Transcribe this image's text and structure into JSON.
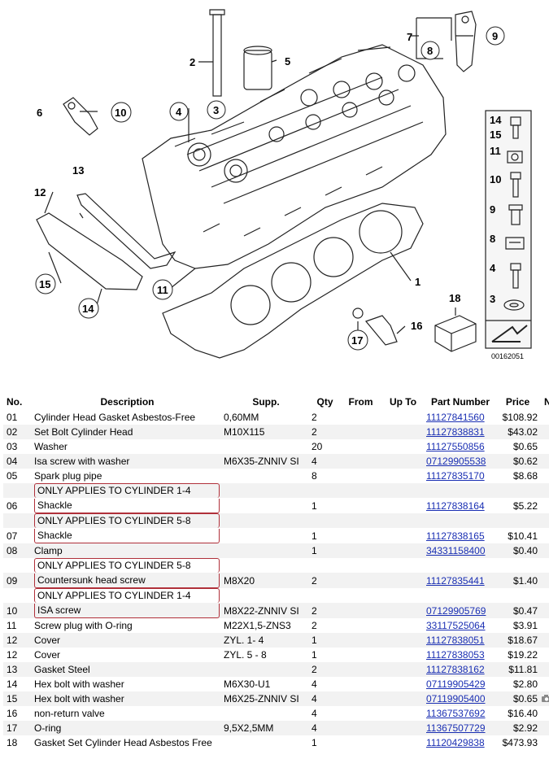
{
  "diagram": {
    "code": "00162051",
    "callouts": [
      "1",
      "2",
      "3",
      "4",
      "5",
      "6",
      "7",
      "8",
      "9",
      "10",
      "11",
      "12",
      "13",
      "14",
      "15",
      "16",
      "17",
      "18"
    ],
    "legend": [
      "14",
      "15",
      "11",
      "10",
      "9",
      "8",
      "4",
      "3"
    ]
  },
  "table": {
    "headers": {
      "no": "No.",
      "desc": "Description",
      "supp": "Supp.",
      "qty": "Qty",
      "from": "From",
      "upto": "Up To",
      "pn": "Part Number",
      "price": "Price",
      "note": "No"
    },
    "rows": [
      {
        "no": "01",
        "desc": "Cylinder Head Gasket Asbestos-Free",
        "supp": "0,60MM",
        "qty": "2",
        "pn": "11127841560",
        "price": "$108.92"
      },
      {
        "no": "02",
        "desc": "Set Bolt Cylinder Head",
        "supp": "M10X115",
        "qty": "2",
        "pn": "11127838831",
        "price": "$43.02"
      },
      {
        "no": "03",
        "desc": "Washer",
        "supp": "",
        "qty": "20",
        "pn": "11127550856",
        "price": "$0.65"
      },
      {
        "no": "04",
        "desc": "Isa screw with washer",
        "supp": "M6X35-ZNNIV SI",
        "qty": "4",
        "pn": "07129905538",
        "price": "$0.62"
      },
      {
        "no": "05",
        "desc": "Spark plug pipe",
        "supp": "",
        "qty": "8",
        "pn": "11127835170",
        "price": "$8.68"
      },
      {
        "no": "",
        "desc": "ONLY APPLIES TO CYLINDER 1-4",
        "supp": "",
        "qty": "",
        "pn": "",
        "price": "",
        "note_top": true
      },
      {
        "no": "06",
        "desc": "Shackle",
        "supp": "",
        "qty": "1",
        "pn": "11127838164",
        "price": "$5.22",
        "note_bottom": true
      },
      {
        "no": "",
        "desc": "ONLY APPLIES TO CYLINDER 5-8",
        "supp": "",
        "qty": "",
        "pn": "",
        "price": "",
        "note_top": true
      },
      {
        "no": "07",
        "desc": "Shackle",
        "supp": "",
        "qty": "1",
        "pn": "11127838165",
        "price": "$10.41",
        "note_bottom": true
      },
      {
        "no": "08",
        "desc": "Clamp",
        "supp": "",
        "qty": "1",
        "pn": "34331158400",
        "price": "$0.40"
      },
      {
        "no": "",
        "desc": "ONLY APPLIES TO CYLINDER 5-8",
        "supp": "",
        "qty": "",
        "pn": "",
        "price": "",
        "note_top": true
      },
      {
        "no": "09",
        "desc": "Countersunk head screw",
        "supp": "M8X20",
        "qty": "2",
        "pn": "11127835441",
        "price": "$1.40",
        "note_bottom": true
      },
      {
        "no": "",
        "desc": "ONLY APPLIES TO CYLINDER 1-4",
        "supp": "",
        "qty": "",
        "pn": "",
        "price": "",
        "note_top": true
      },
      {
        "no": "10",
        "desc": "ISA screw",
        "supp": "M8X22-ZNNIV SI",
        "qty": "2",
        "pn": "07129905769",
        "price": "$0.47",
        "note_bottom": true
      },
      {
        "no": "11",
        "desc": "Screw plug with O-ring",
        "supp": "M22X1,5-ZNS3",
        "qty": "2",
        "pn": "33117525064",
        "price": "$3.91"
      },
      {
        "no": "12",
        "desc": "Cover",
        "supp": "ZYL. 1- 4",
        "qty": "1",
        "pn": "11127838051",
        "price": "$18.67"
      },
      {
        "no": "12",
        "desc": "Cover",
        "supp": "ZYL. 5 - 8",
        "qty": "1",
        "pn": "11127838053",
        "price": "$19.22"
      },
      {
        "no": "13",
        "desc": "Gasket Steel",
        "supp": "",
        "qty": "2",
        "pn": "11127838162",
        "price": "$11.81"
      },
      {
        "no": "14",
        "desc": "Hex bolt with washer",
        "supp": "M6X30-U1",
        "qty": "4",
        "pn": "07119905429",
        "price": "$2.80"
      },
      {
        "no": "15",
        "desc": "Hex bolt with washer",
        "supp": "M6X25-ZNNIV SI",
        "qty": "4",
        "pn": "07119905400",
        "price": "$0.65",
        "camera": true
      },
      {
        "no": "16",
        "desc": "non-return valve",
        "supp": "",
        "qty": "4",
        "pn": "11367537692",
        "price": "$16.40"
      },
      {
        "no": "17",
        "desc": "O-ring",
        "supp": "9,5X2,5MM",
        "qty": "4",
        "pn": "11367507729",
        "price": "$2.92"
      },
      {
        "no": "18",
        "desc": "Gasket Set Cylinder Head Asbestos Free",
        "supp": "",
        "qty": "1",
        "pn": "11120429838",
        "price": "$473.93"
      }
    ]
  }
}
